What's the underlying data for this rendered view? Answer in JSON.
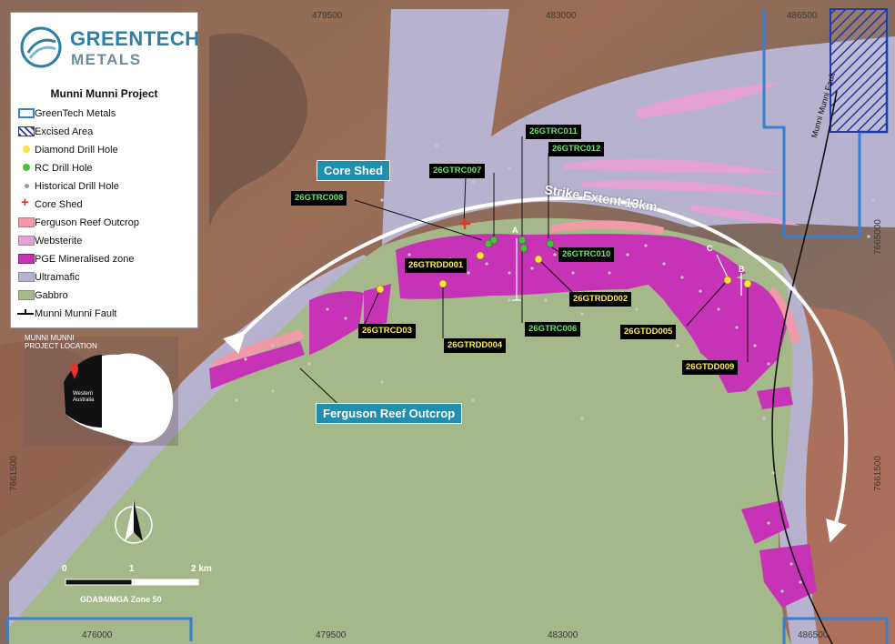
{
  "logo": {
    "line1": "GREENTECH",
    "line2": "METALS"
  },
  "legend": {
    "title": "Munni Munni Project",
    "items": [
      {
        "label": "GreenTech Metals",
        "swatch": "outline-blue"
      },
      {
        "label": "Excised Area",
        "swatch": "hatch-blue"
      },
      {
        "label": "Diamond Drill Hole",
        "swatch": "dot-yellow"
      },
      {
        "label": "RC Drill Hole",
        "swatch": "dot-green"
      },
      {
        "label": "Historical Drill Hole",
        "swatch": "dot-grey"
      },
      {
        "label": "Core Shed",
        "swatch": "cross-red"
      },
      {
        "label": "Ferguson Reef Outcrop",
        "swatch": "fill-pink"
      },
      {
        "label": "Websterite",
        "swatch": "fill-lightpink"
      },
      {
        "label": "PGE Mineralised zone",
        "swatch": "fill-magenta"
      },
      {
        "label": "Ultramafic",
        "swatch": "fill-lavender"
      },
      {
        "label": "Gabbro",
        "swatch": "fill-olive"
      },
      {
        "label": "Munni Munni Fault",
        "swatch": "line-black"
      }
    ]
  },
  "colors": {
    "tenement": "#3a7fd0",
    "gabbro": "#a4b88a",
    "ultramafic": "#b7b3cf",
    "pge": "#c633b6",
    "ferguson": "#ef9aa8",
    "websterite": "#e4a3d2",
    "diamond": "#ffe13a",
    "rc": "#4bbf3c",
    "core_shed": "#e8352b"
  },
  "grid": {
    "top_eastings": [
      "479500",
      "483000",
      "486500"
    ],
    "bottom_eastings": [
      "476000",
      "479500",
      "483000",
      "486500"
    ],
    "northings": [
      "7665000",
      "7661500",
      "7661500"
    ]
  },
  "callouts": {
    "core_shed": "Core Shed",
    "ferguson_reef": "Ferguson Reef Outcrop",
    "strike_extent": "Strike Extent 13km"
  },
  "drill_labels": {
    "rc": [
      "26GTRC011",
      "26GTRC012",
      "26GTRC007",
      "26GTRC008",
      "26GTRC010",
      "26GTRC006"
    ],
    "diamond": [
      "26GTRDD001",
      "26GTRDD002",
      "26GTRCD03",
      "26GTRDD004",
      "26GTDD005",
      "26GTDD009"
    ]
  },
  "sections": [
    "A",
    "B",
    "C"
  ],
  "fault_label": "Munni Munni Fault",
  "inset": {
    "label_line1": "MUNNI MUNNI",
    "label_line2": "PROJECT LOCATION",
    "state": "Western Australia"
  },
  "scale": {
    "ticks": [
      "0",
      "1",
      "2 km"
    ],
    "datum": "GDA94/MGA Zone 50"
  },
  "north_arrow": "N"
}
